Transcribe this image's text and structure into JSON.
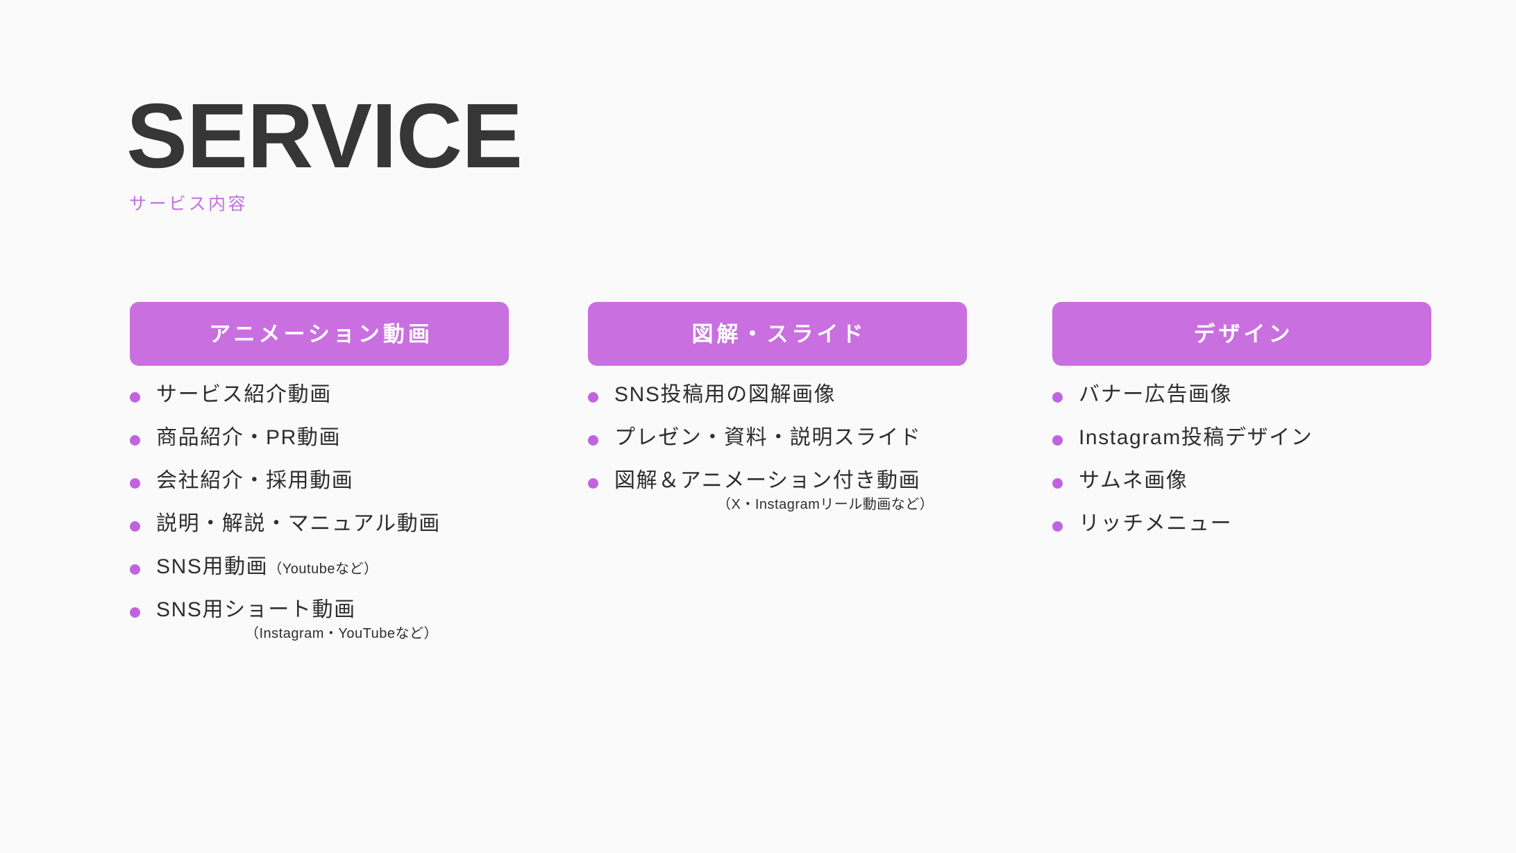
{
  "header": {
    "title": "SERVICE",
    "subtitle": "サービス内容"
  },
  "theme": {
    "background": "#fafafa",
    "title_color": "#363636",
    "accent": "#c96fe0",
    "bullet_color": "#c163e0",
    "subtitle_color": "#c46fe0",
    "badge_text_color": "#ffffff",
    "body_text_color": "#2e2e2e"
  },
  "columns": [
    {
      "badge": "アニメーション動画",
      "items": [
        {
          "text": "サービス紹介動画",
          "note": "",
          "note_position": "none"
        },
        {
          "text": "商品紹介・PR動画",
          "note": "",
          "note_position": "none"
        },
        {
          "text": "会社紹介・採用動画",
          "note": "",
          "note_position": "none"
        },
        {
          "text": "説明・解説・マニュアル動画",
          "note": "",
          "note_position": "none"
        },
        {
          "text": "SNS用動画",
          "note": "（Youtubeなど）",
          "note_position": "inline"
        },
        {
          "text": "SNS用ショート動画",
          "note": "（Instagram・YouTubeなど）",
          "note_position": "below-lg"
        }
      ]
    },
    {
      "badge": "図解・スライド",
      "items": [
        {
          "text": "SNS投稿用の図解画像",
          "note": "",
          "note_position": "none"
        },
        {
          "text": "プレゼン・資料・説明スライド",
          "note": "",
          "note_position": "none"
        },
        {
          "text": "図解＆アニメーション付き動画",
          "note": "（X・Instagramリール動画など）",
          "note_position": "below-md"
        }
      ]
    },
    {
      "badge": "デザイン",
      "items": [
        {
          "text": "バナー広告画像",
          "note": "",
          "note_position": "none"
        },
        {
          "text": "Instagram投稿デザイン",
          "note": "",
          "note_position": "none"
        },
        {
          "text": "サムネ画像",
          "note": "",
          "note_position": "none"
        },
        {
          "text": "リッチメニュー",
          "note": "",
          "note_position": "none"
        }
      ]
    }
  ]
}
